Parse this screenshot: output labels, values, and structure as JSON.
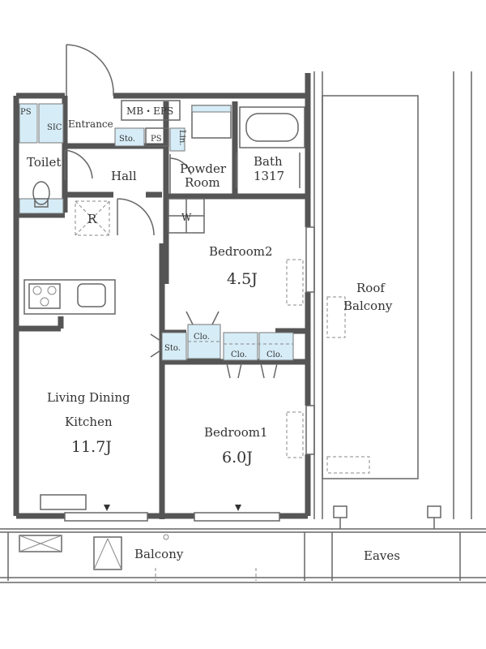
{
  "labels": {
    "ps_top": "PS",
    "sic": "SIC",
    "entrance": "Entrance",
    "mb_eps": "MB・EPS",
    "sto_hall": "Sto.",
    "ps_hall": "PS",
    "lin": "Lin.",
    "toilet": "Toilet",
    "hall": "Hall",
    "powder_room_1": "Powder",
    "powder_room_2": "Room",
    "bath": "Bath",
    "bath_size": "1317",
    "refrigerator": "R",
    "washer": "W",
    "bedroom2": "Bedroom2",
    "bedroom2_area": "4.5J",
    "roof_balcony_1": "Roof",
    "roof_balcony_2": "Balcony",
    "clo_1": "Clo.",
    "sto_2": "Sto.",
    "clo_2": "Clo.",
    "clo_3": "Clo.",
    "ldk_1": "Living Dining",
    "ldk_2": "Kitchen",
    "ldk_area": "11.7J",
    "bedroom1": "Bedroom1",
    "bedroom1_area": "6.0J",
    "balcony": "Balcony",
    "eaves": "Eaves"
  }
}
